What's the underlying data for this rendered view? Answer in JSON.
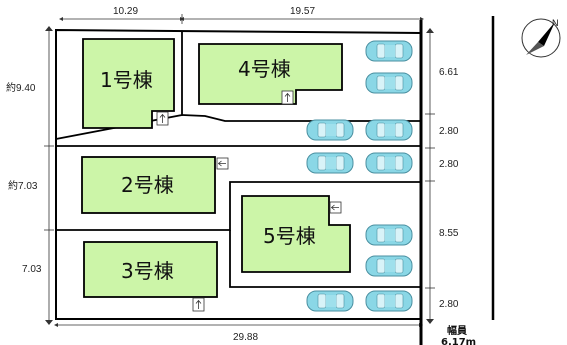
{
  "plan": {
    "top_dims": [
      "10.29",
      "19.57"
    ],
    "left_dims": [
      "約9.40",
      "約7.03",
      "7.03"
    ],
    "right_dims": [
      "6.61",
      "2.80",
      "2.80",
      "8.55",
      "2.80"
    ],
    "bottom_dim": "29.88",
    "road_label_1": "幅員",
    "road_label_2": "6.17m",
    "north_letter": "N",
    "lots": [
      {
        "id": "lot-1",
        "label": "1号棟"
      },
      {
        "id": "lot-4",
        "label": "4号棟"
      },
      {
        "id": "lot-2",
        "label": "2号棟"
      },
      {
        "id": "lot-5",
        "label": "5号棟"
      },
      {
        "id": "lot-3",
        "label": "3号棟"
      }
    ],
    "colors": {
      "building": "#ccf5a8",
      "outline": "#000000",
      "car": "#8ad7e6"
    }
  }
}
